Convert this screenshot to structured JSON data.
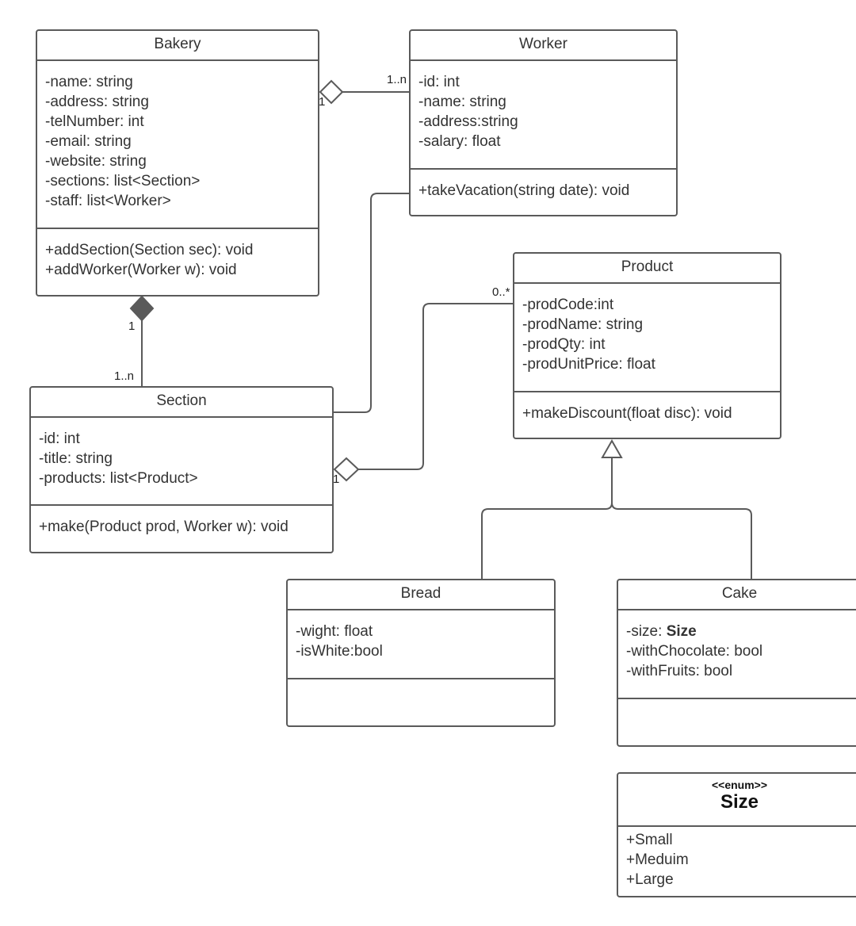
{
  "classes": {
    "bakery": {
      "name": "Bakery",
      "attributes": [
        "-name: string",
        "-address: string",
        "-telNumber: int",
        "-email: string",
        "-website: string",
        "-sections: list<Section>",
        "-staff: list<Worker>"
      ],
      "operations": [
        "+addSection(Section sec): void",
        "+addWorker(Worker w): void"
      ]
    },
    "worker": {
      "name": "Worker",
      "attributes": [
        "-id: int",
        "-name: string",
        "-address:string",
        "-salary: float"
      ],
      "operations": [
        "+takeVacation(string date): void"
      ]
    },
    "product": {
      "name": "Product",
      "attributes": [
        "-prodCode:int",
        "-prodName: string",
        "-prodQty: int",
        "-prodUnitPrice: float"
      ],
      "operations": [
        "+makeDiscount(float disc): void"
      ]
    },
    "section": {
      "name": "Section",
      "attributes": [
        "-id: int",
        "-title: string",
        "-products: list<Product>"
      ],
      "operations": [
        "+make(Product prod, Worker w): void"
      ]
    },
    "bread": {
      "name": "Bread",
      "attributes": [
        "-wight: float",
        "-isWhite:bool"
      ],
      "operations": []
    },
    "cake": {
      "name": "Cake",
      "attributes": [
        {
          "prefix": "-size: ",
          "type": "Size"
        },
        "-withChocolate: bool",
        "-withFruits: bool"
      ],
      "operations": []
    }
  },
  "enum_size": {
    "stereotype": "<<enum>>",
    "name": "Size",
    "values": [
      "+Small",
      "+Meduim",
      "+Large"
    ]
  },
  "multiplicities": {
    "bakery_worker_bakery_end": "1",
    "bakery_worker_worker_end": "1..n",
    "bakery_section_bakery_end": "1",
    "bakery_section_section_end": "1..n",
    "section_product_section_end": "1",
    "section_product_product_end": "0..*"
  },
  "colors": {
    "line": "#5a5a5a",
    "text": "#333333",
    "background": "#ffffff"
  }
}
